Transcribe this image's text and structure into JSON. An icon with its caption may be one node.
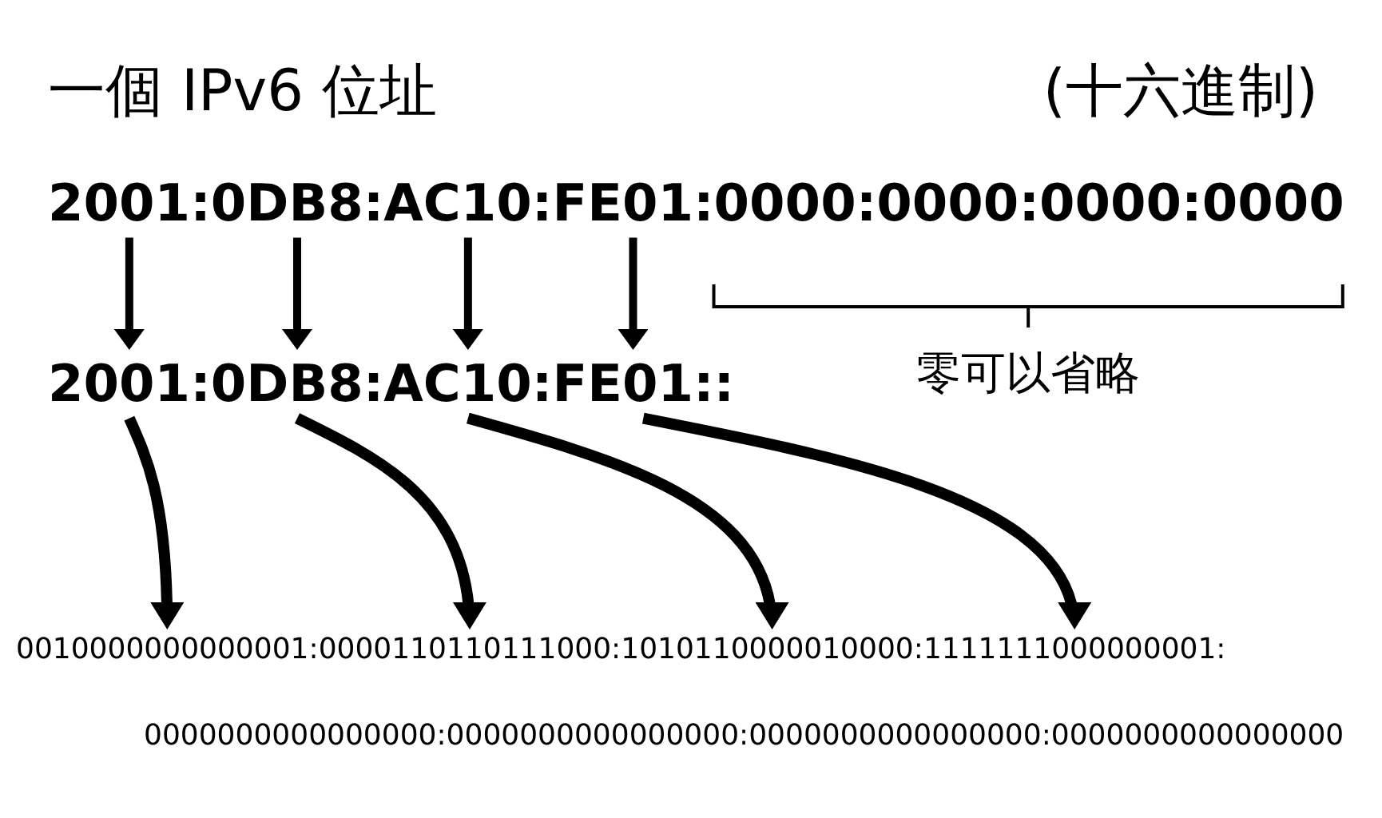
{
  "diagram": {
    "title": "一個 IPv6 位址",
    "nodes": [
      {
        "text": [
          "2001:"
        ]
      },
      {
        "text": [
          "0DB8:"
        ]
      },
      {
        "text": [
          "AC10:"
        ]
      },
      {
        "text": [
          "FE01:"
        ]
      },
      {
        "text": [
          "2001:"
        ]
      },
      {
        "text": [
          "0DB8:"
        ]
      },
      {
        "text": [
          "AC10:"
        ]
      },
      {
        "text": [
          "FE01::"
        ]
      },
      {
        "text": [
          "0010000000000001:"
        ]
      },
      {
        "text": [
          "0000110110111000:"
        ]
      },
      {
        "text": [
          "1010110000010000:"
        ]
      },
      {
        "text": [
          "1111111000000001:"
        ]
      }
    ],
    "edges": [
      {
        "from": 0,
        "to": 4,
        "arrow": "to"
      },
      {
        "from": 1,
        "to": 5,
        "arrow": "to"
      },
      {
        "from": 2,
        "to": 6,
        "arrow": "to"
      },
      {
        "from": 3,
        "to": 7,
        "arrow": "to"
      },
      {
        "from": 4,
        "to": 8,
        "arrow": "to"
      },
      {
        "from": 5,
        "to": 9,
        "arrow": "to"
      },
      {
        "from": 6,
        "to": 10,
        "arrow": "to"
      },
      {
        "from": 7,
        "to": 11,
        "arrow": "to"
      }
    ],
    "labels": [
      "(十六進制)",
      "0000:0000:0000:0000",
      "零可以省略",
      "0000000000000000:0000000000000000:0000000000000000:0000000000000000"
    ]
  }
}
